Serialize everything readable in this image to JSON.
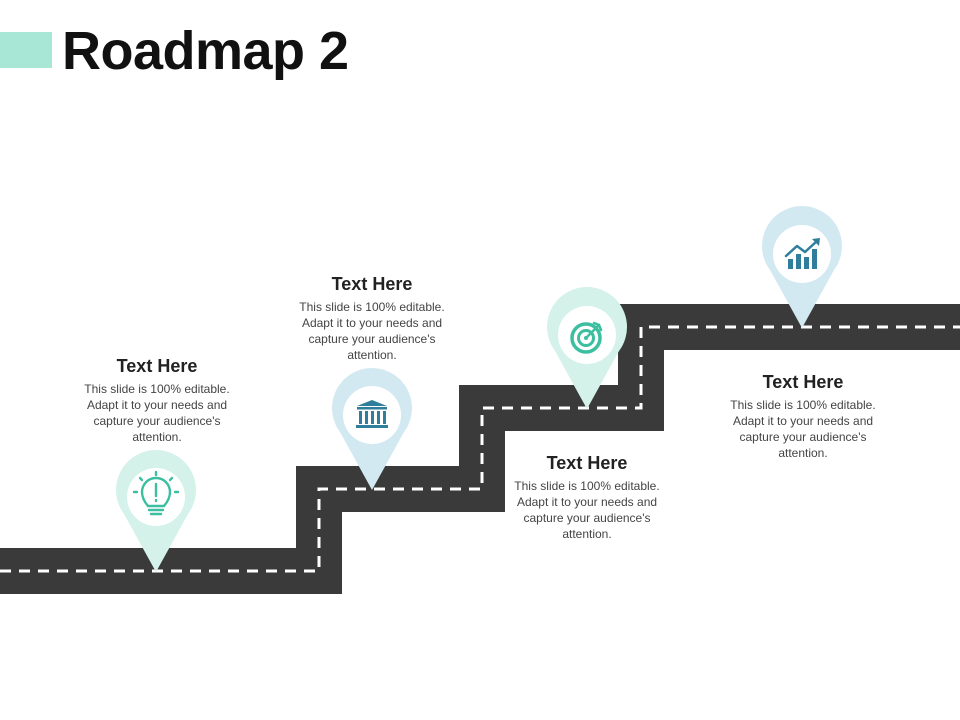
{
  "title": "Roadmap 2",
  "colors": {
    "accent": "#a8e6d6",
    "road": "#3a3a3a",
    "pin_mint": "#d4f2ea",
    "pin_blue": "#d3e9f2",
    "icon_mint": "#3cbfa0",
    "icon_blue": "#2f7f9c"
  },
  "milestones": [
    {
      "heading": "Text Here",
      "body": "This slide is 100% editable. Adapt it to your needs and capture your audience's attention.",
      "icon": "lightbulb-icon"
    },
    {
      "heading": "Text Here",
      "body": "This slide is 100% editable. Adapt it to your needs and capture your audience's attention.",
      "icon": "bank-icon"
    },
    {
      "heading": "Text Here",
      "body": "This slide is 100% editable. Adapt it to your needs and capture your audience's attention.",
      "icon": "target-icon"
    },
    {
      "heading": "Text Here",
      "body": "This slide is 100% editable. Adapt it to your needs and capture your audience's attention.",
      "icon": "growth-chart-icon"
    }
  ]
}
